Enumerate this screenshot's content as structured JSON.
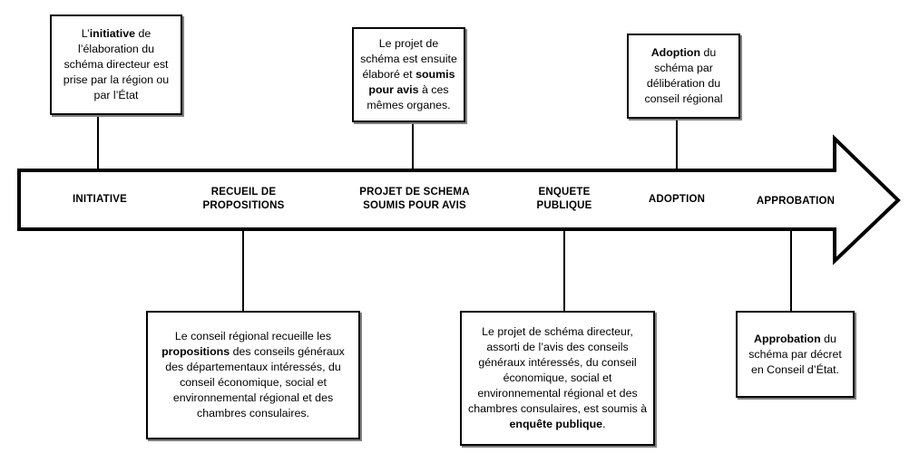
{
  "diagram": {
    "type": "process-timeline-arrow",
    "arrow_color": "#000000",
    "box_border_color": "#000000",
    "background": "#ffffff"
  },
  "stages": [
    {
      "id": "initiative",
      "line1": "INITIATIVE",
      "line2": ""
    },
    {
      "id": "recueil",
      "line1": "RECUEIL DE",
      "line2": "PROPOSITIONS"
    },
    {
      "id": "projet",
      "line1": "PROJET DE SCHEMA",
      "line2": "SOUMIS POUR AVIS"
    },
    {
      "id": "enquete",
      "line1": "ENQUETE",
      "line2": "PUBLIQUE"
    },
    {
      "id": "adoption",
      "line1": "ADOPTION",
      "line2": ""
    },
    {
      "id": "approbation",
      "line1": "APPROBATION",
      "line2": ""
    }
  ],
  "top_boxes": [
    {
      "id": "initiative-note",
      "html": "L’<b>initiative</b> de l’élaboration du schéma directeur est prise par la région ou par l’État",
      "plain": "L’initiative de l’élaboration du schéma directeur est prise par la région ou par l’État"
    },
    {
      "id": "projet-note",
      "html": "Le projet de schéma est ensuite élaboré et <b>soumis pour avis</b> à ces mêmes organes.",
      "plain": "Le projet de schéma est ensuite élaboré et soumis pour avis à ces mêmes organes."
    },
    {
      "id": "adoption-note",
      "html": "<b>Adoption</b> du schéma par délibération du conseil régional",
      "plain": "Adoption du schéma par délibération du conseil régional"
    }
  ],
  "bottom_boxes": [
    {
      "id": "recueil-note",
      "html": "Le conseil régional recueille les <b>propositions</b> des conseils généraux des départementaux intéressés, du conseil économique, social et environnemental régional et des chambres consulaires.",
      "plain": "Le conseil régional recueille les propositions des conseils généraux des départementaux intéressés, du conseil économique, social et environnemental régional et des chambres consulaires."
    },
    {
      "id": "enquete-note",
      "html": "Le projet de schéma directeur, assorti de l’avis des conseils généraux intéressés, du conseil économique, social et environnemental régional et des chambres consulaires, est soumis à <b>enquête publique</b>.",
      "plain": "Le projet de schéma directeur, assorti de l’avis des conseils généraux intéressés, du conseil économique, social et environnemental régional et des chambres consulaires, est soumis à enquête publique."
    },
    {
      "id": "approbation-note",
      "html": "<b>Approbation</b> du schéma par décret en Conseil d’État.",
      "plain": "Approbation du schéma par décret en Conseil d’État."
    }
  ]
}
